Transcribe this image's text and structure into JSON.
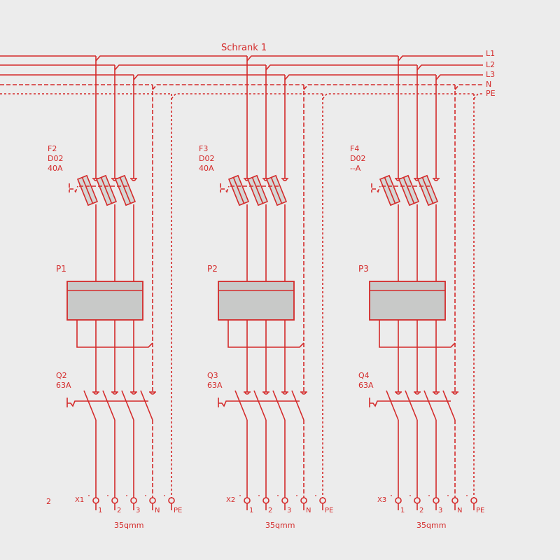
{
  "title": "Schrank 1",
  "page_number": "2",
  "buses": [
    "L1",
    "L2",
    "L3",
    "N",
    "PE"
  ],
  "colors": {
    "line": "#d42a2a",
    "background": "#ececec",
    "device_fill": "#c8c9c8"
  },
  "groups": [
    {
      "fuse": {
        "name": "F2",
        "type": "D02",
        "rating": "40A"
      },
      "meter": {
        "name": "P1"
      },
      "switch": {
        "name": "Q2",
        "rating": "63A"
      },
      "terminal": {
        "name": "X1",
        "labels": [
          "1",
          "2",
          "3",
          "N",
          "PE"
        ],
        "cable": "35qmm"
      }
    },
    {
      "fuse": {
        "name": "F3",
        "type": "D02",
        "rating": "40A"
      },
      "meter": {
        "name": "P2"
      },
      "switch": {
        "name": "Q3",
        "rating": "63A"
      },
      "terminal": {
        "name": "X2",
        "labels": [
          "1",
          "2",
          "3",
          "N",
          "PE"
        ],
        "cable": "35qmm"
      }
    },
    {
      "fuse": {
        "name": "F4",
        "type": "D02",
        "rating": "--A"
      },
      "meter": {
        "name": "P3"
      },
      "switch": {
        "name": "Q4",
        "rating": "63A"
      },
      "terminal": {
        "name": "X3",
        "labels": [
          "1",
          "2",
          "3",
          "N",
          "PE"
        ],
        "cable": "35qmm"
      }
    }
  ]
}
